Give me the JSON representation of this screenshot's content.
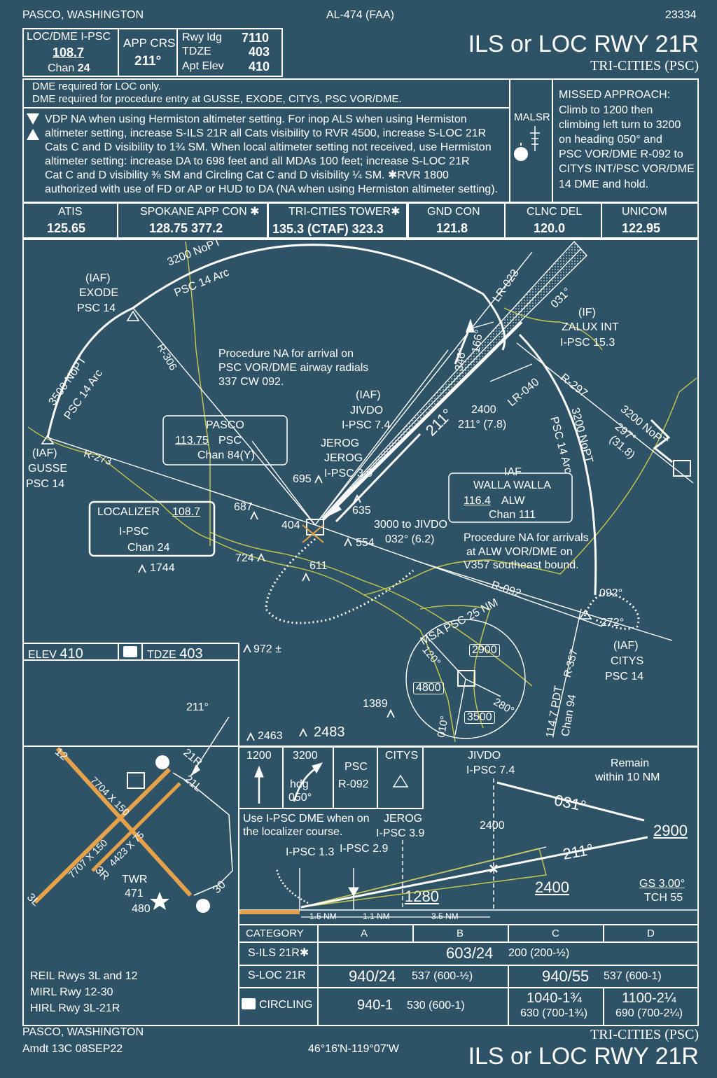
{
  "header": {
    "location": "PASCO, WASHINGTON",
    "chart_id": "AL-474 (FAA)",
    "chart_number": "23334",
    "title": "ILS or LOC RWY 21R",
    "airport": "TRI-CITIES (PSC)"
  },
  "briefing": {
    "loc_label": "LOC/DME  I-PSC",
    "loc_freq": "108.7",
    "chan_label": "Chan",
    "chan": "24",
    "app_crs_label": "APP CRS",
    "app_crs": "211°",
    "rwy_ldg_label": "Rwy ldg",
    "rwy_ldg": "7110",
    "tdze_label": "TDZE",
    "tdze": "403",
    "apt_elev_label": "Apt Elev",
    "apt_elev": "410"
  },
  "notes": {
    "dme1": "DME required for LOC only.",
    "dme2": "DME required for procedure entry at GUSSE, EXODE, CITYS, PSC VOR/DME.",
    "line1": "VDP NA when using Hermiston altimeter setting.  For inop ALS when using Hermiston",
    "line2": "altimeter setting, increase S-ILS 21R all Cats visibility to RVR 4500, increase S-LOC 21R",
    "line3": "Cats C and D visibility to 1¾ SM.  When local altimeter setting not received, use Hermiston",
    "line4": "altimeter setting: increase DA to 698 feet and all MDAs 100 feet; increase S-LOC 21R",
    "line5": "Cat C and D visibility ⅜ SM and Circling Cat C and D visibility ¼ SM. ✱RVR 1800",
    "line6": "authorized with use of FD or AP or HUD to DA (NA when using Hermiston altimeter setting).",
    "malsr": "MALSR",
    "missed_title": "MISSED APPROACH:",
    "missed1": "Climb to 1200 then",
    "missed2": "climbing left turn to 3200",
    "missed3": "on heading 050° and",
    "missed4": "PSC VOR/DME R-092 to",
    "missed5": "CITYS INT/PSC VOR/DME",
    "missed6": "14 DME and hold."
  },
  "comms": [
    {
      "label": "ATIS",
      "freq": "125.65"
    },
    {
      "label": "SPOKANE APP CON ✱",
      "freq": "128.75  377.2"
    },
    {
      "label": "TRI-CITIES TOWER✱",
      "freq": "135.3 (CTAF)  323.3"
    },
    {
      "label": "GND CON",
      "freq": "121.8"
    },
    {
      "label": "CLNC DEL",
      "freq": "120.0"
    },
    {
      "label": "UNICOM",
      "freq": "122.95"
    }
  ],
  "plan": {
    "arc3200": "3200 NoPT",
    "psc14arc": "PSC 14 Arc",
    "iaf": "(IAF)",
    "exode": "EXODE",
    "psc14": "PSC 14",
    "r306": "R-306",
    "arc3500": "3500 NoPT",
    "gusse": "GUSSE",
    "r273": "R-273",
    "proc_na1": "Procedure NA for arrival on",
    "proc_na2": "PSC VOR/DME airway radials",
    "proc_na3": "337 CW 092.",
    "pasco": "PASCO",
    "pasco_freq": "113.75",
    "pasco_id": "PSC",
    "pasco_chan": "Chan 84(Y)",
    "localizer": "LOCALIZER",
    "loc_freq": "108.7",
    "loc_id": "I-PSC",
    "loc_chan": "Chan 24",
    "jivdo": "JIVDO",
    "jivdo_dme": "I-PSC 7.4",
    "jerog": "JEROG",
    "jerog_dme": "I-PSC 3.9",
    "if": "(IF)",
    "zalux": "ZALUX INT",
    "zalux_dme": "I-PSC 15.3",
    "lr023": "LR-023",
    "lr040": "LR-040",
    "r297": "R-297",
    "c031": "031°",
    "c346": "346°",
    "c166": "166°",
    "c211": "211°",
    "alt2400": "2400",
    "alt2400b": "211° (7.8)",
    "arc3200b": "3200 NoPT",
    "psc14arcb": "PSC 14 Arc",
    "arc3200c": "3200 NoPT",
    "c297": "297°",
    "d318": "(31.8)",
    "walla_iaf": "IAF",
    "walla": "WALLA WALLA",
    "walla_freq": "116.4",
    "walla_id": "ALW",
    "walla_chan": "Chan 111",
    "proc_na4": "Procedure NA for arrivals",
    "proc_na5": "at ALW VOR/DME on",
    "proc_na6": "V357 southeast bound.",
    "r092": "R-092",
    "c092": "092°",
    "c272": "272°",
    "citys": "CITYS",
    "psc14c": "PSC 14",
    "r357": "R-357",
    "pdt": "114.7 PDT",
    "chan94": "Chan 94",
    "seg3000": "3000 to JIVDO",
    "seg3000b": "032° (6.2)",
    "o695": "695",
    "o635": "635",
    "o687": "687",
    "o404": "404",
    "o554": "554",
    "o611": "611",
    "o724": "724",
    "o1744": "1744",
    "o972": "972 ±",
    "o1389": "1389",
    "o2463": "2463",
    "o2483": "2483",
    "msa": "MSA PSC 25 NM",
    "msa2900": "2900",
    "msa4800": "4800",
    "msa3500": "3500",
    "m120": "120°",
    "m280": "280°",
    "m010": "010°"
  },
  "airport_diagram": {
    "elev_label": "ELEV",
    "elev": "410",
    "tdze_label": "TDZE",
    "tdze": "403",
    "c211": "211°",
    "rwy12": "12",
    "rwy21l": "21L",
    "rwy21r": "21R",
    "rwy30": "30",
    "rwy3r": "3R",
    "rwy3l": "3L",
    "dim1": "7704 X 150",
    "dim2": "4423 X 75",
    "dim3": "7707 X 150",
    "twr": "TWR",
    "twr_elev": "471",
    "e480": "480",
    "reil": "REIL Rwys 3L and 12",
    "mirl": "MIRL Rwy 12-30",
    "hirl": "HIRL Rwy 3L-21R"
  },
  "profile": {
    "c1200": "1200",
    "c3200": "3200",
    "hdg": "hdg",
    "hdg050": "050°",
    "psc": "PSC",
    "r092": "R-092",
    "citys": "CITYS",
    "jivdo": "JIVDO",
    "jivdo_dme": "I-PSC 7.4",
    "remain1": "Remain",
    "remain2": "within 10 NM",
    "c031": "031°",
    "a2900": "2900",
    "a2400": "2400",
    "a2400b": "2400",
    "c211": "211°",
    "use1": "Use I-PSC DME when on",
    "use2": "the localizer course.",
    "jerog": "JEROG",
    "jerog_dme": "I-PSC 3.9",
    "dme13": "I-PSC 1.3",
    "dme29": "I-PSC 2.9",
    "a1280": "1280",
    "d15": "1.5 NM",
    "d11": "1.1 NM",
    "d35": "3.5 NM",
    "gs": "GS 3.00°",
    "tch": "TCH 55"
  },
  "minimums": {
    "headers": [
      "CATEGORY",
      "A",
      "B",
      "C",
      "D"
    ],
    "sils": {
      "label": "S-ILS 21R✱",
      "ab": "603/24",
      "ab2": "200 (200-½)"
    },
    "sloc": {
      "label": "S-LOC 21R",
      "ab": "940/24",
      "ab2": "537 (600-½)",
      "cd": "940/55",
      "cd2": "537 (600-1)"
    },
    "circ": {
      "label": "CIRCLING",
      "a": "940-1",
      "a2": "530 (600-1)",
      "c": "1040-1¾",
      "c2": "630 (700-1¾)",
      "d": "1100-2¼",
      "d2": "690 (700-2¼)"
    }
  },
  "footer": {
    "location": "PASCO, WASHINGTON",
    "amdt": "Amdt 13C  08SEP22",
    "coords": "46°16'N-119°07'W",
    "airport": "TRI-CITIES (PSC)",
    "title": "ILS or LOC RWY 21R"
  }
}
